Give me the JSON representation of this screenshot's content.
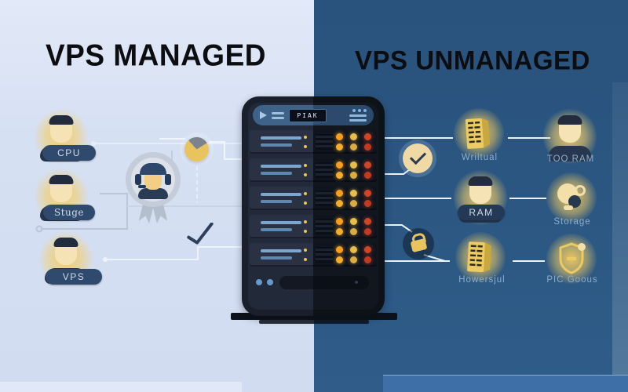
{
  "header": {
    "left_title": "VPS MANAGED",
    "right_title": "VPS UNMANAGED"
  },
  "left_panel": {
    "items": [
      {
        "id": "cpu",
        "label": "CPU",
        "icon": "person-avatar"
      },
      {
        "id": "stuge",
        "label": "Stuge",
        "icon": "person-avatar"
      },
      {
        "id": "vps",
        "label": "VPS",
        "icon": "person-avatar"
      }
    ],
    "badges": [
      "support-agent-medal",
      "pie-badge",
      "checkmark"
    ]
  },
  "right_panel": {
    "items": [
      {
        "id": "wriltual",
        "label": "Wriltual",
        "icon": "server-block"
      },
      {
        "id": "too-ram",
        "label": "TOO RAM",
        "icon": "person-avatar"
      },
      {
        "id": "ram",
        "label": "RAM",
        "icon": "person-avatar"
      },
      {
        "id": "storage",
        "label": "Storage",
        "icon": "headset-blob"
      },
      {
        "id": "howersjul",
        "label": "Howersjul",
        "icon": "server-block"
      },
      {
        "id": "pic-goous",
        "label": "PIC Goous",
        "icon": "shield"
      }
    ],
    "badges": [
      "check-badge",
      "lock-badge"
    ]
  },
  "server": {
    "display_text": "PIAK",
    "unit_count": 5,
    "footer_dots": 2
  },
  "colors": {
    "left_bg": "#d6e0f3",
    "right_bg": "#2b5681",
    "accent_glow": "#f0ca62",
    "pill_bg": "#2f4a6d",
    "led_orange": "#f59e20",
    "led_yellow": "#e9bd4c",
    "led_red": "#cc4628",
    "title_color": "#0c0d11"
  }
}
